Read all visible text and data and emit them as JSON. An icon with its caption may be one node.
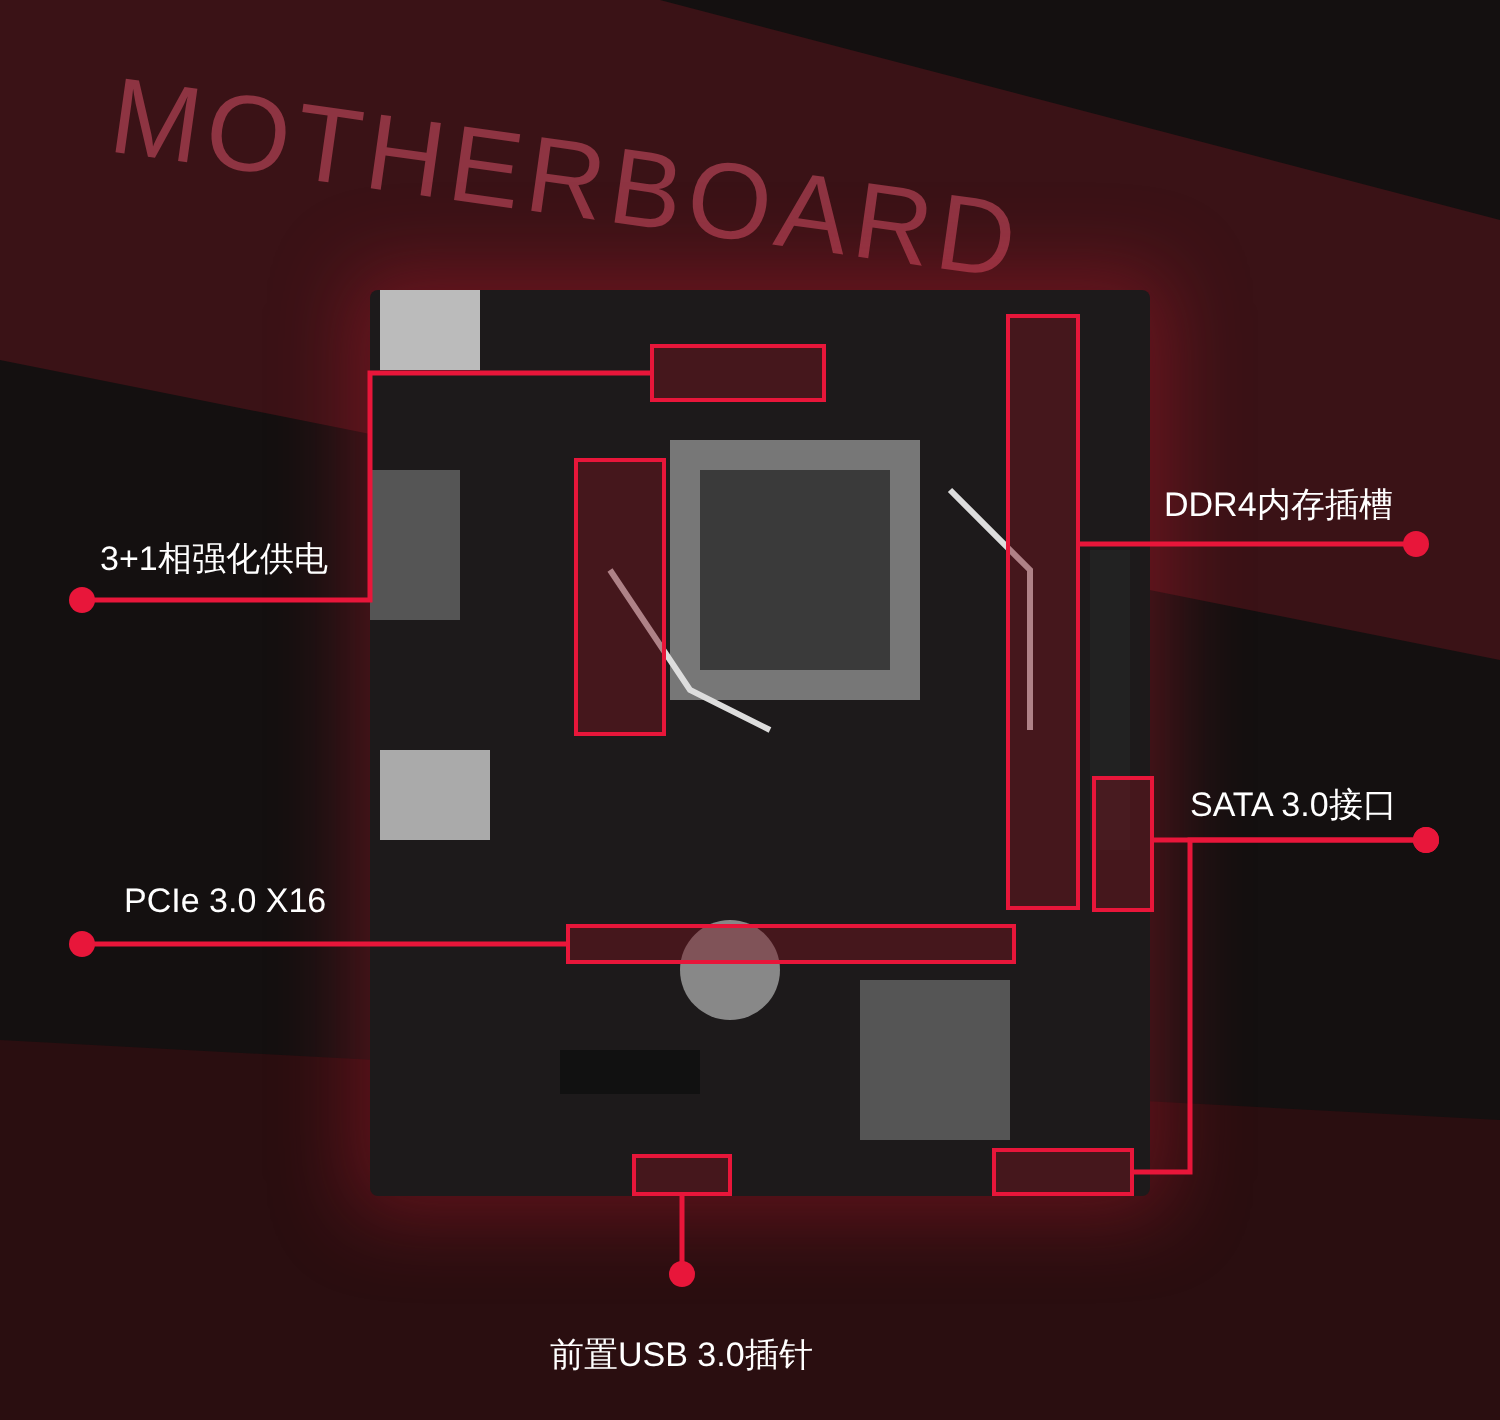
{
  "diagram": {
    "nodes": [
      {
        "text": [],
        "shape": "picture"
      },
      {
        "text": [],
        "shape": "box",
        "in": 0
      },
      {
        "text": [],
        "shape": "box",
        "in": 0
      },
      {
        "text": [],
        "shape": "box",
        "in": 0
      },
      {
        "text": [],
        "shape": "box",
        "in": 0
      },
      {
        "text": [],
        "shape": "box",
        "in": 0
      },
      {
        "text": [],
        "shape": "box",
        "in": 0
      },
      {
        "text": [],
        "shape": "box",
        "in": 0
      },
      {
        "text": [
          "3+1相强化供电"
        ]
      },
      {
        "text": [
          "DDR4内存插槽"
        ]
      },
      {
        "text": [
          "SATA 3.0接口"
        ]
      },
      {
        "text": [
          "PCIe 3.0 X16"
        ]
      },
      {
        "text": [
          "前置USB 3.0插针"
        ]
      }
    ],
    "edges": [
      {
        "from": 8,
        "to": 1,
        "arrow": "other"
      },
      {
        "from": 9,
        "to": 3,
        "arrow": "other"
      },
      {
        "from": 10,
        "to": 4,
        "arrow": "other"
      },
      {
        "from": 10,
        "to": 6,
        "arrow": "other"
      },
      {
        "from": 11,
        "to": 5,
        "arrow": "other"
      },
      {
        "from": 12,
        "to": 7,
        "arrow": "other"
      }
    ],
    "labels": [
      "MOTHERBOARD"
    ]
  }
}
